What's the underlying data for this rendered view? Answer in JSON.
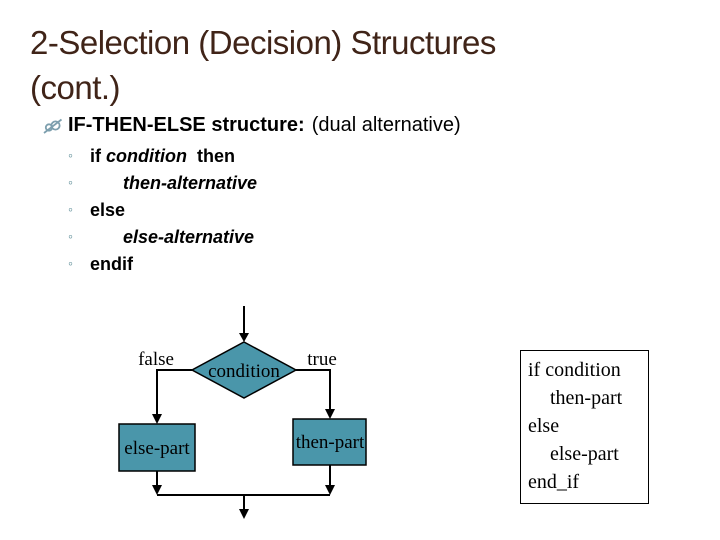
{
  "slide": {
    "title": {
      "line1": "2-Selection (Decision) Structures",
      "line2": "(cont.)"
    },
    "bullet": {
      "heading_bold": "IF-THEN-ELSE structure:",
      "heading_normal": "(dual alternative)",
      "marker": "◦"
    },
    "pseudocode_bullets": [
      {
        "if_kw": "if",
        "condition": "condition",
        "then_kw": "then"
      },
      {
        "text": "then-alternative"
      },
      {
        "text": "else"
      },
      {
        "text": "else-alternative"
      },
      {
        "text": "endif"
      }
    ]
  },
  "flowchart": {
    "decision_label": "condition",
    "false_label": "false",
    "true_label": "true",
    "else_box_label": "else-part",
    "then_box_label": "then-part"
  },
  "code_box": {
    "lines": [
      "if condition",
      "then-part",
      "else",
      "else-part",
      "end_if"
    ]
  },
  "colors": {
    "title_text": "#402418",
    "shape_fill": "#4a96aa",
    "shape_stroke": "#000000",
    "bullet_icon": "#7d9fae",
    "sub_marker": "#5f8e98"
  }
}
